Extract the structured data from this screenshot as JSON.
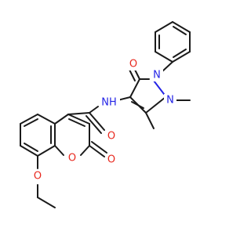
{
  "molecule": {
    "atoms": {
      "o_pyrazolone": "O",
      "n1": "N",
      "n2": "N",
      "nh": "NH",
      "o_amide": "O",
      "o_ring": "O",
      "o_lactone": "O",
      "o_ethoxy": "O"
    },
    "colors": {
      "carbon_bond": "#1a1a1a",
      "oxygen": "#e8281e",
      "nitrogen": "#2424e6"
    }
  }
}
